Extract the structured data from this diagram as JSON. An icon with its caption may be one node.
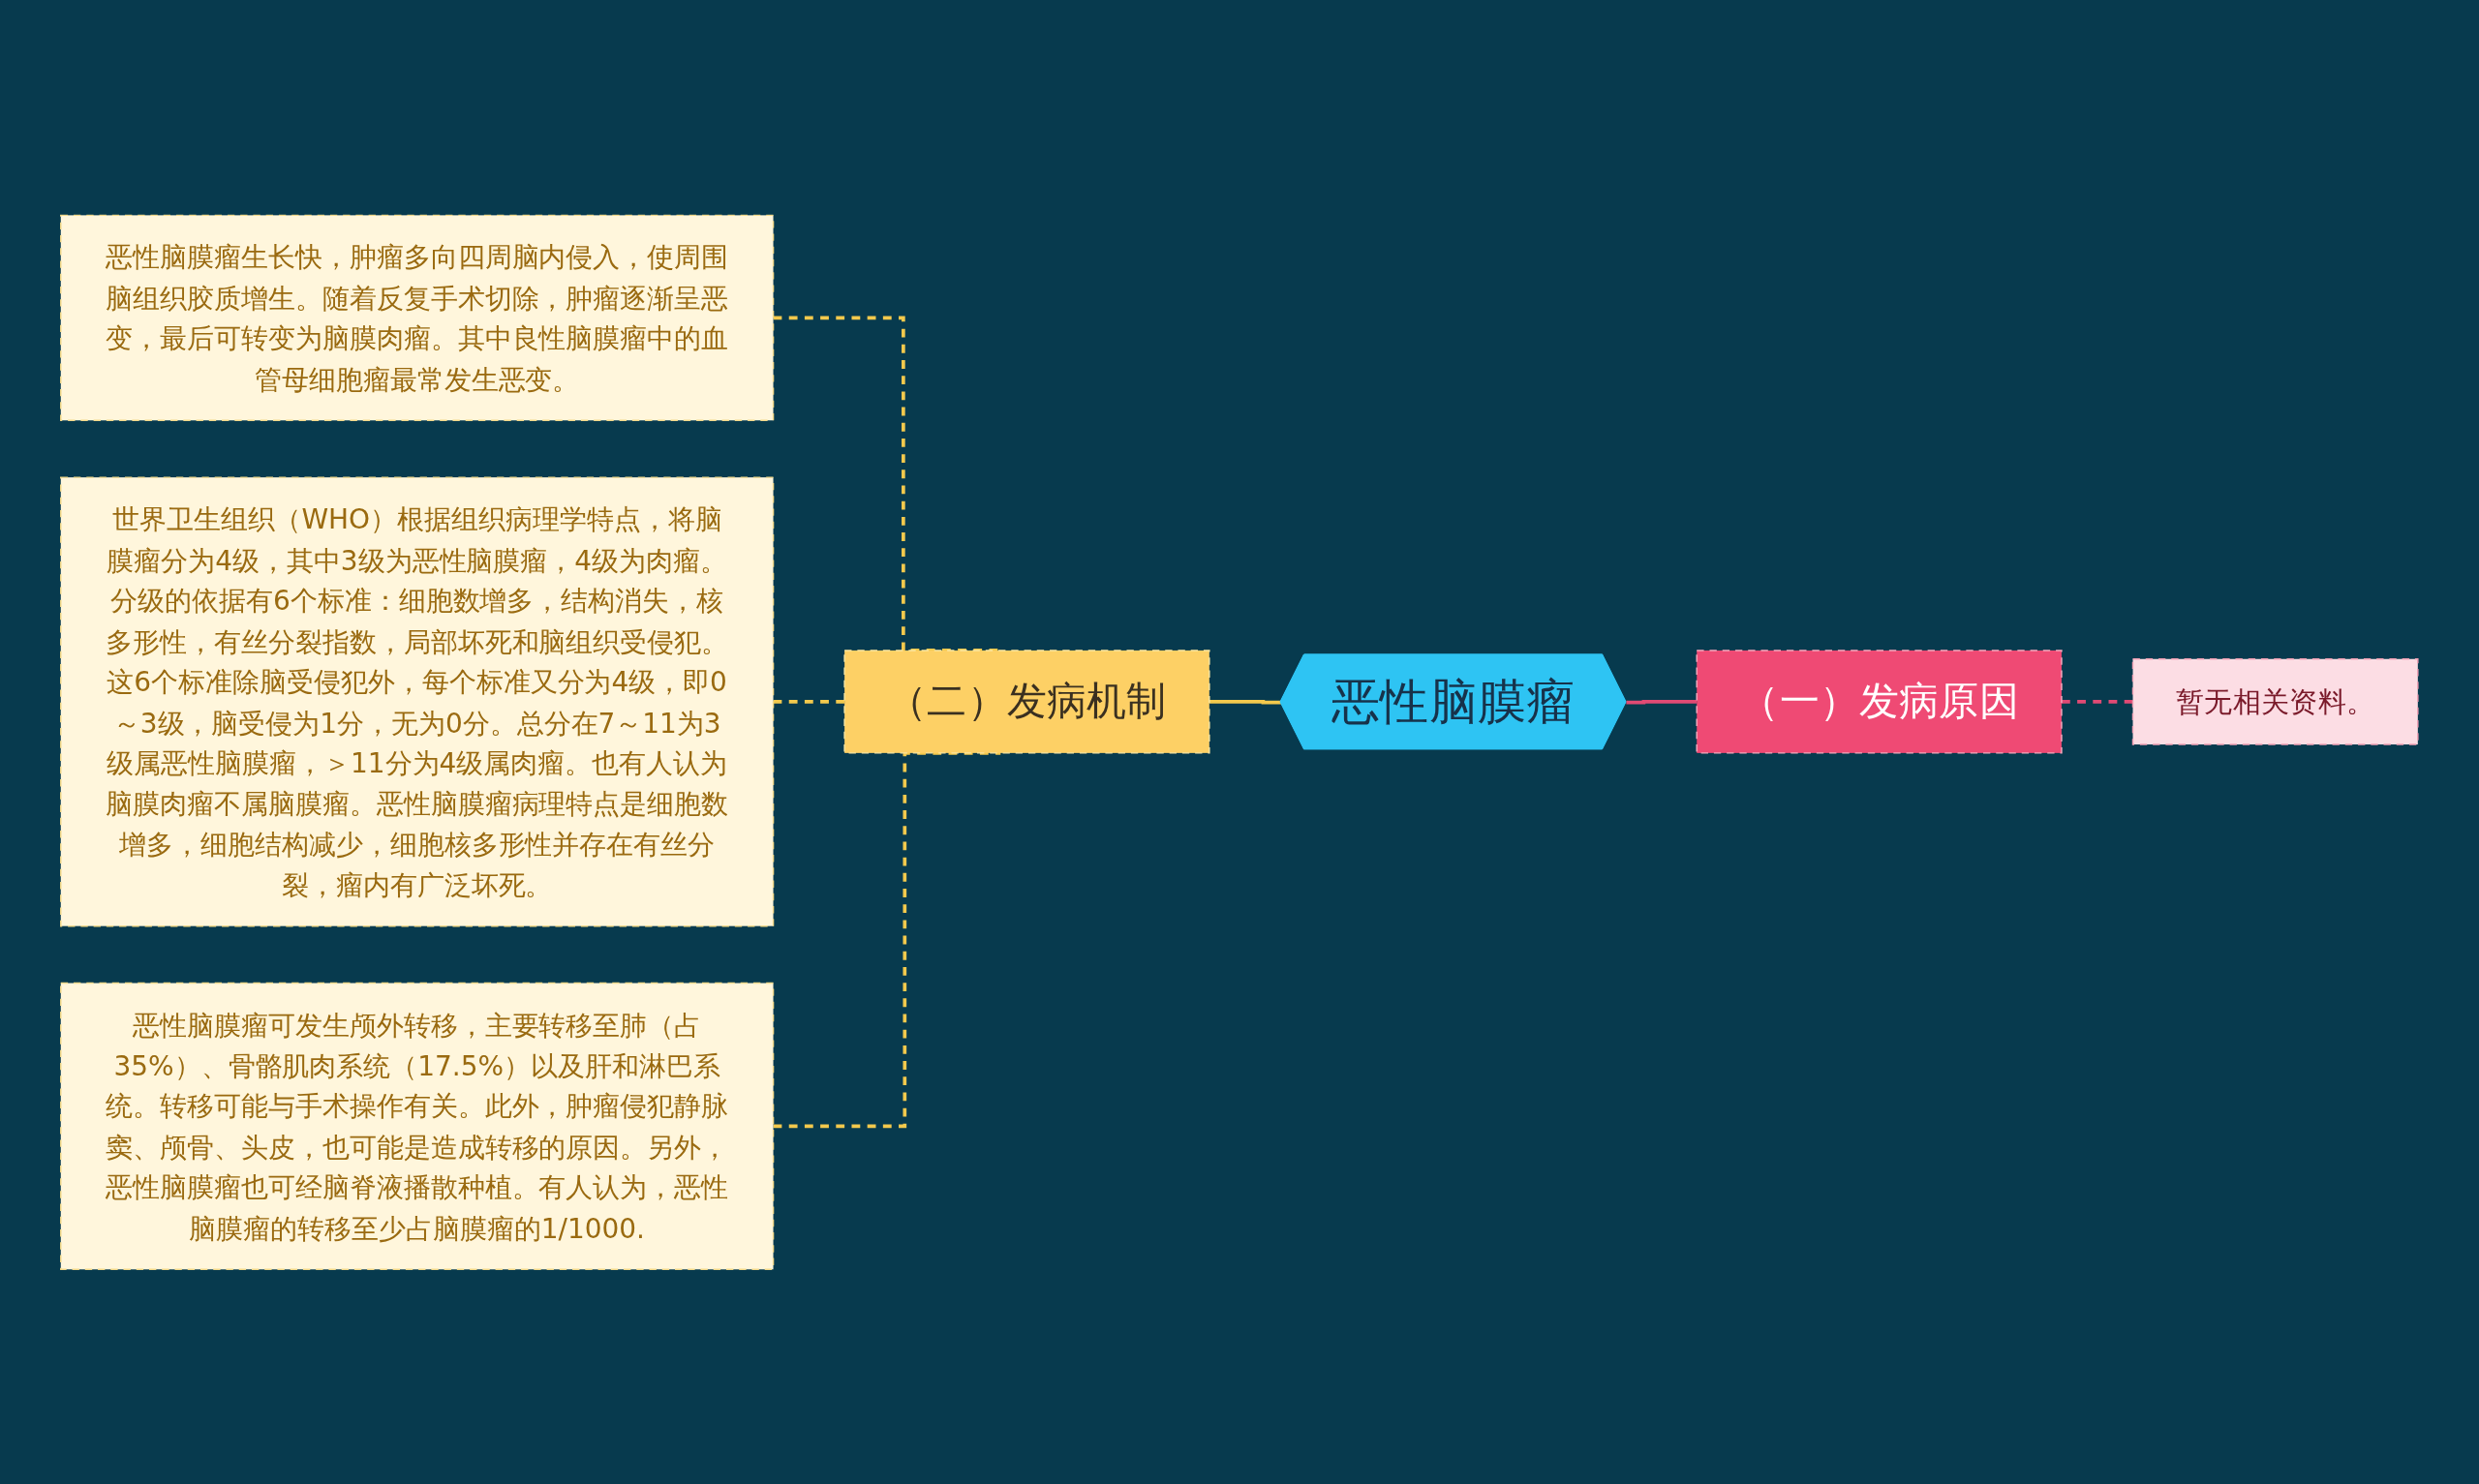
{
  "diagram": {
    "nodes": [
      {
        "text": [
          "恶性脑膜瘤"
        ]
      },
      {
        "text": [
          "（一）发病原因"
        ]
      },
      {
        "text": [
          "暂无相关资料。"
        ]
      },
      {
        "text": [
          "（二）发病机制"
        ]
      },
      {
        "text": [
          "恶性脑膜瘤生长快，肿瘤多向四周脑内侵入，使周围脑组织胶质增生。随着反复手术切除，肿瘤逐渐呈恶变，最后可转变为脑膜肉瘤。其中良性脑膜瘤中的血管母细胞瘤最常发生恶变。"
        ]
      },
      {
        "text": [
          "世界卫生组织（WHO）根据组织病理学特点，将脑膜瘤分为4级，其中3级为恶性脑膜瘤，4级为肉瘤。分级的依据有6个标准：细胞数增多，结构消失，核多形性，有丝分裂指数，局部坏死和脑组织受侵犯。这6个标准除脑受侵犯外，每个标准又分为4级，即0～3级，脑受侵为1分，无为0分。总分在7～11为3级属恶性脑膜瘤，＞11分为4级属肉瘤。也有人认为脑膜肉瘤不属脑膜瘤。恶性脑膜瘤病理特点是细胞数增多，细胞结构减少，细胞核多形性并存在有丝分裂，瘤内有广泛坏死。"
        ]
      },
      {
        "text": [
          "恶性脑膜瘤可发生颅外转移，主要转移至肺（占35%）、骨骼肌肉系统（17.5%）以及肝和淋巴系统。转移可能与手术操作有关。此外，肿瘤侵犯静脉窦、颅骨、头皮，也可能是造成转移的原因。另外，恶性脑膜瘤也可经脑脊液播散种植。有人认为，恶性脑膜瘤的转移至少占脑膜瘤的1/1000."
        ]
      }
    ],
    "edges": [
      {
        "from": 3,
        "to": 0,
        "arrow": "none"
      },
      {
        "from": 0,
        "to": 1,
        "arrow": "none",
        "color": "#e04a74"
      },
      {
        "from": 1,
        "to": 2,
        "arrow": "none",
        "style": "dashed",
        "color": "#e04a74"
      },
      {
        "from": 4,
        "to": 3,
        "arrow": "none",
        "style": "dashed"
      },
      {
        "from": 5,
        "to": 3,
        "arrow": "none",
        "style": "dashed"
      },
      {
        "from": 6,
        "to": 3,
        "arrow": "none",
        "style": "dashed"
      }
    ]
  }
}
